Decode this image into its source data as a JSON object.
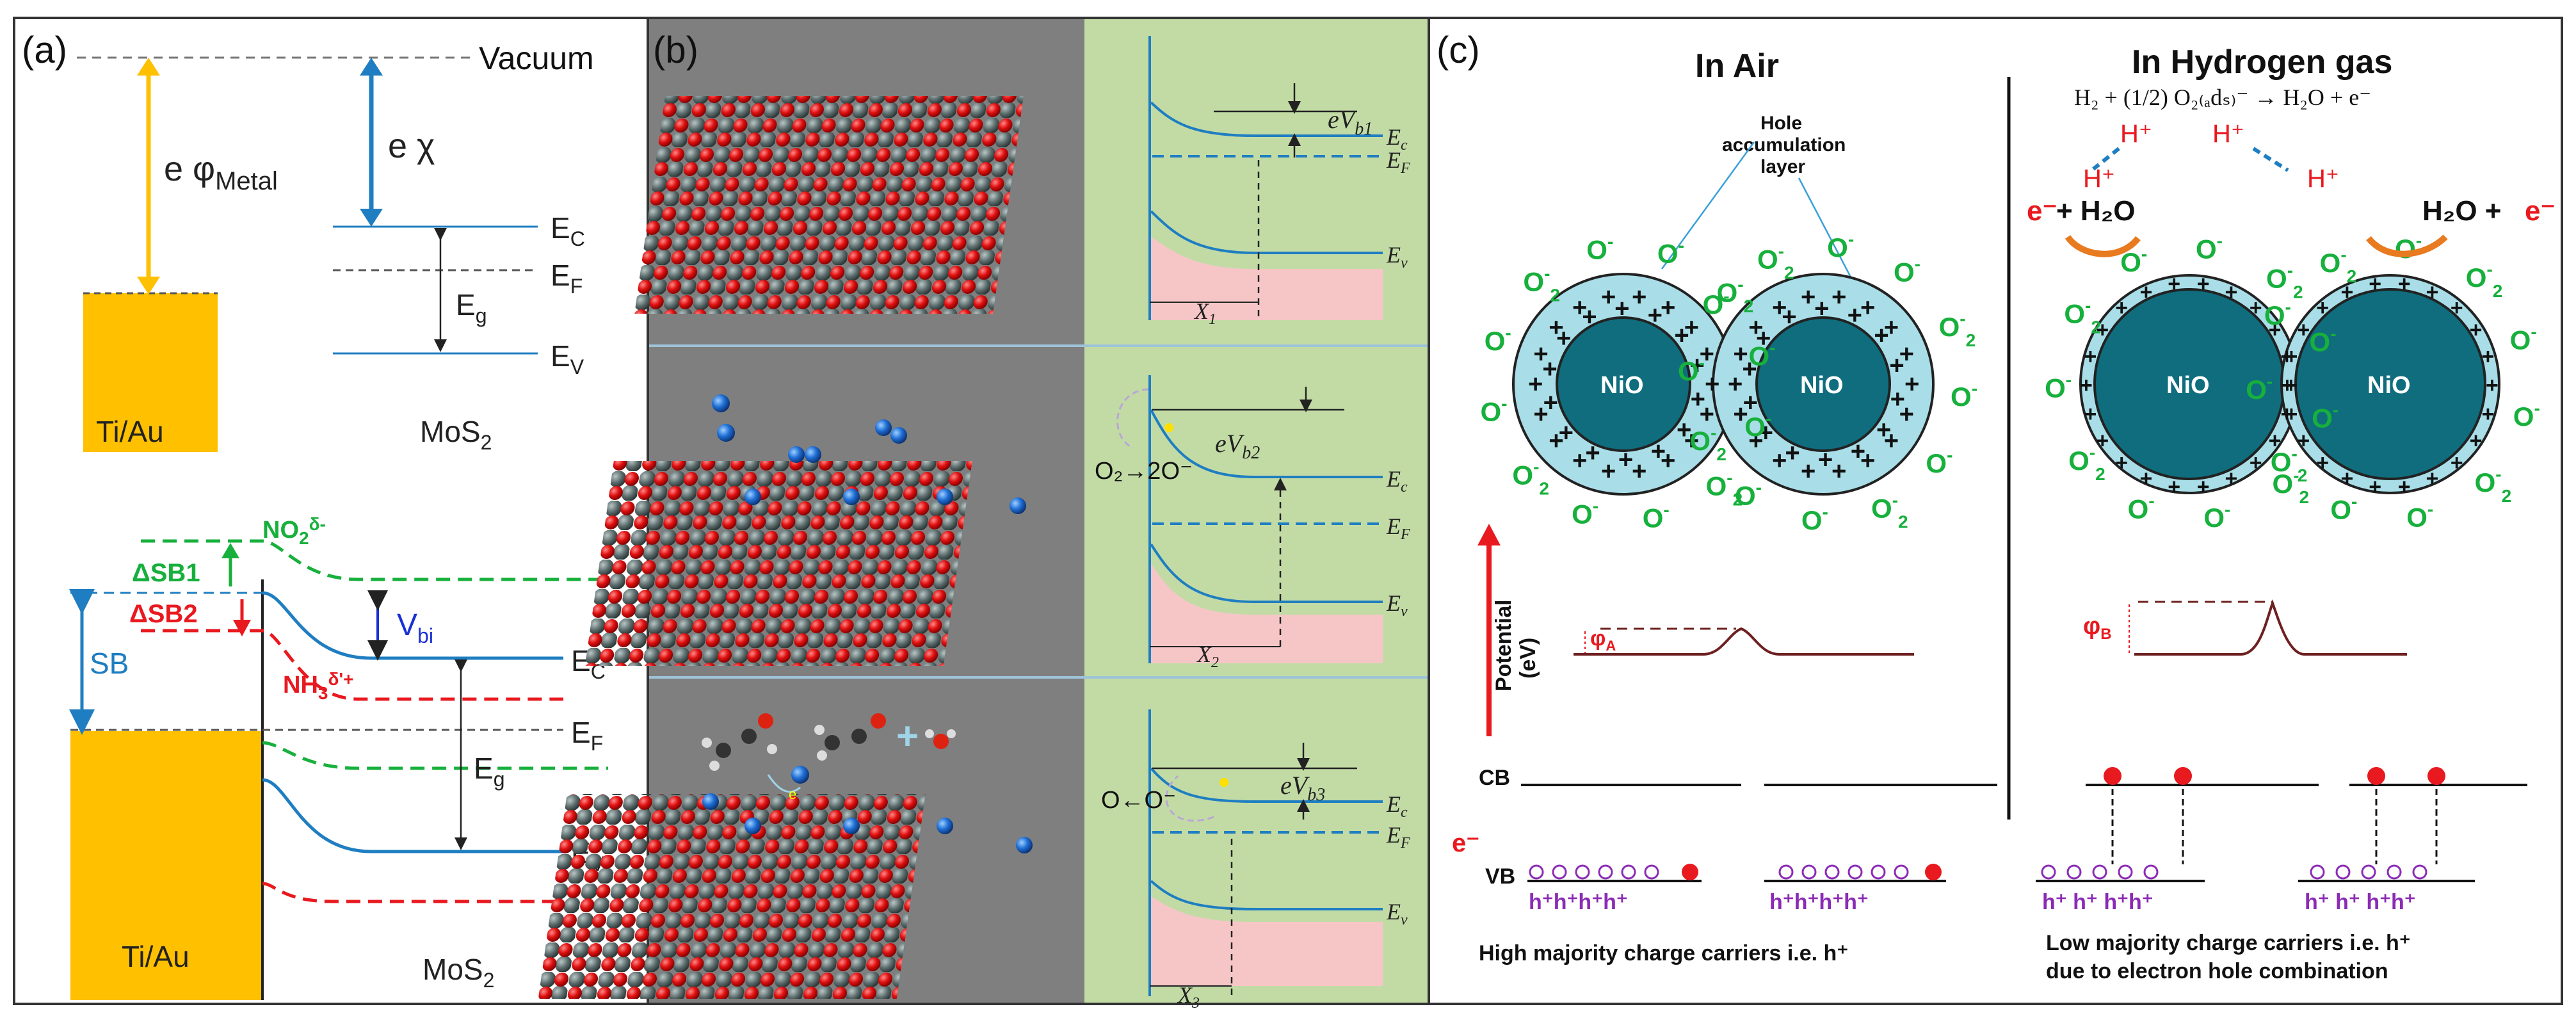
{
  "panels": {
    "a": {
      "label": "(a)",
      "vacuum": "Vacuum",
      "work_fn_sym": "e φ",
      "work_fn_sub": "Metal",
      "affinity": "e χ",
      "ec_top": "E",
      "ec_top_sub": "C",
      "ef_top": "E",
      "ef_top_sub": "F",
      "eg_top": "E",
      "eg_top_sub": "g",
      "ev_top": "E",
      "ev_top_sub": "V",
      "metal_top": "Ti/Au",
      "semi_top": "MoS",
      "semi_top_sub": "2",
      "no2": "NO",
      "no2_sub": "2",
      "no2_sup": "δ-",
      "dsb1": "ΔSB1",
      "dsb2": "ΔSB2",
      "nh3": "NH",
      "nh3_sub": "3",
      "nh3_sup": "δ'+",
      "sb": "SB",
      "vbi": "V",
      "vbi_sub": "bi",
      "ec_bot": "E",
      "ec_bot_sub": "C",
      "ef_bot": "E",
      "ef_bot_sub": "F",
      "eg_bot": "E",
      "eg_bot_sub": "g",
      "ev_bot": "E",
      "ev_bot_sub": "V",
      "metal_bot": "Ti/Au",
      "semi_bot": "MoS",
      "semi_bot_sub": "2"
    },
    "b": {
      "label": "(b)",
      "o2_reaction": "O₂→2O⁻",
      "o_reaction": "O←O⁻",
      "electron": "e",
      "plus": "+",
      "bands": [
        {
          "ev": "eV",
          "ev_sub": "b1",
          "ec": "E",
          "ec_sub": "c",
          "ef": "E",
          "ef_sub": "F",
          "evb": "E",
          "evb_sub": "v",
          "x": "X",
          "x_sub": "1"
        },
        {
          "ev": "eV",
          "ev_sub": "b2",
          "ec": "E",
          "ec_sub": "c",
          "ef": "E",
          "ef_sub": "F",
          "evb": "E",
          "evb_sub": "v",
          "x": "X",
          "x_sub": "2"
        },
        {
          "ev": "eV",
          "ev_sub": "b3",
          "ec": "E",
          "ec_sub": "c",
          "ef": "E",
          "ef_sub": "F",
          "evb": "E",
          "evb_sub": "v",
          "x": "X",
          "x_sub": "3"
        }
      ]
    },
    "c": {
      "label": "(c)",
      "title_air": "In Air",
      "title_h2": "In  Hydrogen gas",
      "equation": "H₂ + (1/2) O₂₍ₐdₛ₎⁻ → H₂O + e⁻",
      "hole_label_1": "Hole",
      "hole_label_2": "accumulation",
      "hole_label_3": "layer",
      "nio": "NiO",
      "o_minus": "O",
      "o_sup": "-",
      "o2_sub": "2",
      "h_plus": "H⁺",
      "e_h2o_left": "+ H₂O",
      "e_h2o_right": "H₂O +",
      "e_minus": "e⁻",
      "potential": "Potential",
      "ev_unit": "(eV)",
      "phi_a": "φ",
      "phi_a_sub": "A",
      "phi_b": "φ",
      "phi_b_sub": "B",
      "cb": "CB",
      "vb": "VB",
      "holes_row": "h⁺h⁺h⁺h⁺",
      "holes_row_spaced": "h⁺ h⁺ h⁺h⁺",
      "caption_air": "High majority charge carriers i.e. h⁺",
      "caption_h2_1": "Low majority charge carriers i.e. h⁺",
      "caption_h2_2": "due to electron hole combination"
    }
  },
  "colors": {
    "gold": "#FFC000",
    "blue": "#1F7EC1",
    "green": "#17B03C",
    "red": "#E8191F",
    "grey_bg": "#7F7F7F",
    "green_bg": "#C2DBA5",
    "pink": "#F6C6C7",
    "teal": "#0F6D7E",
    "light_blue": "#A9DEE8",
    "purple": "#8B2BB5",
    "maroon": "#6E2020"
  }
}
